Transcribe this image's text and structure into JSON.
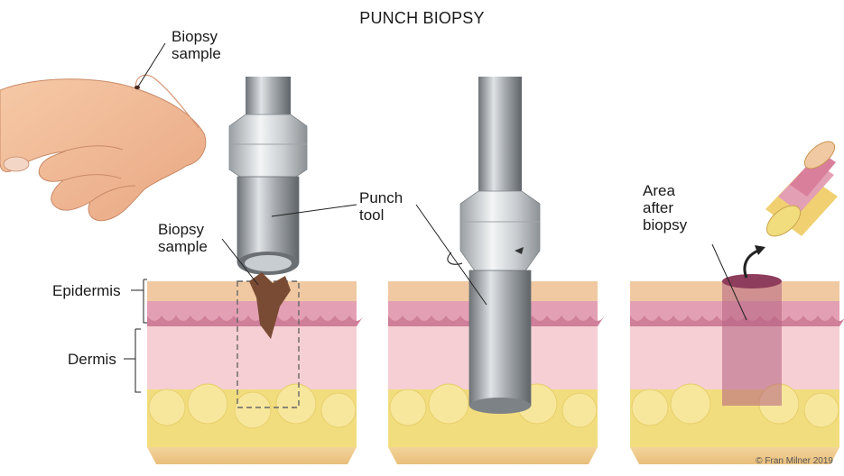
{
  "title": "PUNCH BIOPSY",
  "labels": {
    "biopsy_sample_hand": "Biopsy\nsample",
    "biopsy_sample_core": "Biopsy\nsample",
    "punch_tool": "Punch\ntool",
    "area_after_biopsy": "Area\nafter\nbiopsy",
    "epidermis": "Epidermis",
    "dermis": "Dermis"
  },
  "credit": "© Fran Milner 2019",
  "colors": {
    "skin_surface": "#f0c9a2",
    "epidermis": "#e3a0b4",
    "dermis": "#f5cfd3",
    "fat": "#f2dd7e",
    "tool_metal": "#9aa0a5",
    "sample": "#7a4b34"
  }
}
